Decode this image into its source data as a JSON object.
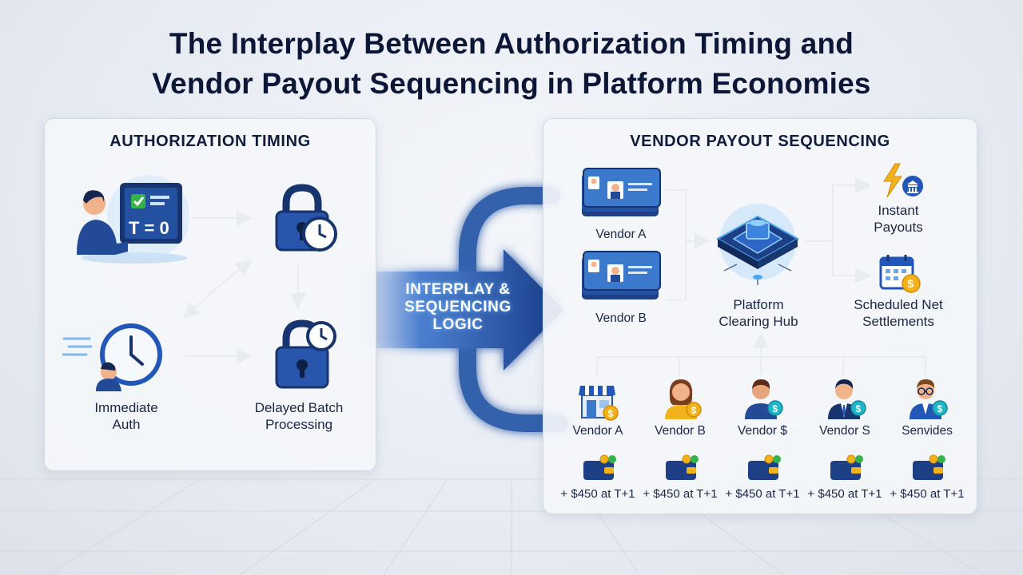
{
  "title_line1": "The Interplay Between Authorization Timing and",
  "title_line2": "Vendor Payout Sequencing in Platform Economies",
  "left_panel": {
    "title": "AUTHORIZATION TIMING",
    "screen_text": "T = 0",
    "immediate_label_1": "Immediate",
    "immediate_label_2": "Auth",
    "delayed_label_1": "Delayed Batch",
    "delayed_label_2": "Processing"
  },
  "center_arrow": {
    "line1": "INTERPLAY &",
    "line2": "SEQUENCING",
    "line3": "LOGIC"
  },
  "right_panel": {
    "title": "VENDOR PAYOUT SEQUENCING",
    "vendor_card_a": "Vendor A",
    "vendor_card_b": "Vendor B",
    "hub_label_1": "Platform",
    "hub_label_2": "Clearing Hub",
    "instant_label_1": "Instant",
    "instant_label_2": "Payouts",
    "scheduled_label_1": "Scheduled Net",
    "scheduled_label_2": "Settlements",
    "recipients": [
      {
        "label": "Vendor A",
        "amount": "+ $450 at T+1",
        "icon": "storefront-icon"
      },
      {
        "label": "Vendor B",
        "amount": "+ $450 at T+1",
        "icon": "woman-avatar-icon"
      },
      {
        "label": "Vendor $",
        "amount": "+ $450 at T+1",
        "icon": "man-avatar-icon"
      },
      {
        "label": "Vendor S",
        "amount": "+ $450 at T+1",
        "icon": "businessman-avatar-icon"
      },
      {
        "label": "Senvides",
        "amount": "+ $450 at T+1",
        "icon": "glasses-avatar-icon"
      }
    ]
  },
  "colors": {
    "navy": "#0f2f6b",
    "blue": "#2256b8",
    "light_blue": "#4aa8f0",
    "green": "#35b24a",
    "gold": "#f2b21b",
    "teal": "#1eb6c8"
  }
}
